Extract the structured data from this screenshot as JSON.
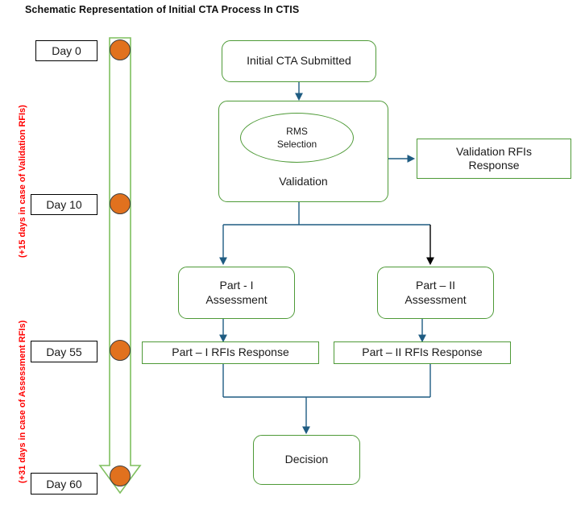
{
  "title": "Schematic Representation of Initial CTA Process In CTIS",
  "colors": {
    "node_border": "#4E9A37",
    "arrow_blue": "#1F5C82",
    "arrow_black": "#000000",
    "milestone_dot": "#E1711E",
    "annotation_red": "#FF0000",
    "timeline_outline": "#7FBF5F"
  },
  "annotations": [
    {
      "text": "(+15 days in case of Validation RFIs)"
    },
    {
      "text": "(+31 days in case of Assessment RFIs)"
    }
  ],
  "timeline": {
    "milestones": [
      {
        "label": "Day 0"
      },
      {
        "label": "Day 10"
      },
      {
        "label": "Day 55"
      },
      {
        "label": "Day 60"
      }
    ]
  },
  "nodes": {
    "initial_cta": {
      "label": "Initial CTA Submitted"
    },
    "validation": {
      "label": "Validation"
    },
    "rms": {
      "line1": "RMS",
      "line2": "Selection"
    },
    "validation_rfis": {
      "line1": "Validation RFIs",
      "line2": "Response"
    },
    "part1_assessment": {
      "line1": "Part - I",
      "line2": "Assessment"
    },
    "part2_assessment": {
      "line1": "Part – II",
      "line2": "Assessment"
    },
    "part1_rfis": {
      "label": "Part – I RFIs Response"
    },
    "part2_rfis": {
      "label": "Part – II RFIs Response"
    },
    "decision": {
      "label": "Decision"
    }
  }
}
